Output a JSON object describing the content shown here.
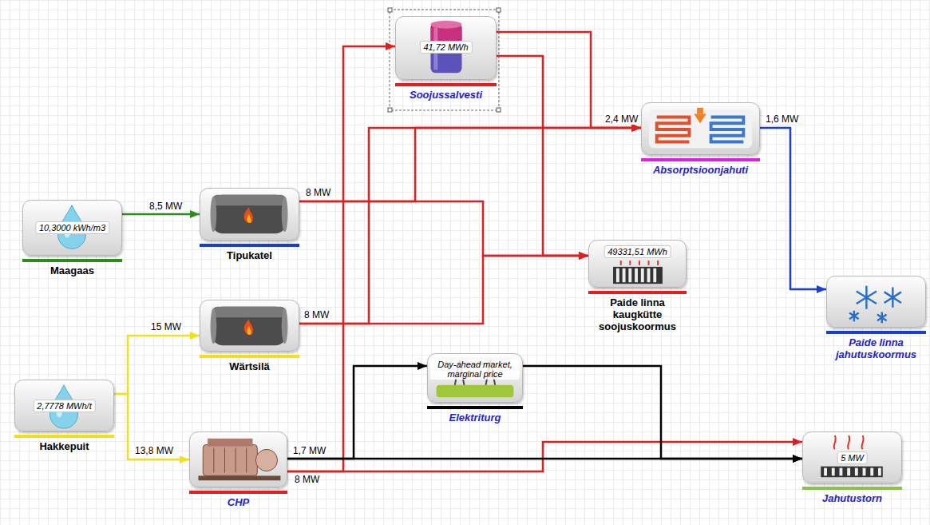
{
  "diagram": {
    "nodes": [
      {
        "text": [
          "41,72 MWh",
          "Soojussalvesti"
        ]
      },
      {
        "text": [
          "Absorptsioonjahuti"
        ]
      },
      {
        "text": [
          "10,3000 kWh/m3",
          "Maagaas"
        ]
      },
      {
        "text": [
          "Tipukatel"
        ]
      },
      {
        "text": [
          "49331,51 MWh",
          "Paide linna kaugkütte soojuskoormus"
        ]
      },
      {
        "text": [
          "Paide linna jahutuskoormus"
        ]
      },
      {
        "text": [
          "Wärtsilä"
        ]
      },
      {
        "text": [
          "Day-ahead market, marginal price",
          "Elektriturg"
        ]
      },
      {
        "text": [
          "2,7778 MWh/t",
          "Hakkepuit"
        ]
      },
      {
        "text": [
          "CHP"
        ]
      },
      {
        "text": [
          "5 MW",
          "Jahutustorn"
        ]
      }
    ],
    "edges": [
      {
        "from": 2,
        "to": 3,
        "arrow": "to",
        "label": "8,5 MW"
      },
      {
        "from": 8,
        "to": 6,
        "arrow": "to",
        "label": "15 MW"
      },
      {
        "from": 8,
        "to": 9,
        "arrow": "to",
        "label": "13,8 MW"
      },
      {
        "from": 3,
        "to": 4,
        "arrow": "to",
        "label": "8 MW"
      },
      {
        "from": 3,
        "to": 1,
        "arrow": "to",
        "label": "2,4 MW"
      },
      {
        "from": 6,
        "to": 4,
        "arrow": "to",
        "label": "8 MW"
      },
      {
        "from": 6,
        "to": 1,
        "arrow": "to"
      },
      {
        "from": 9,
        "to": 0,
        "arrow": "to",
        "label": "8 MW"
      },
      {
        "from": 9,
        "to": 10,
        "arrow": "to"
      },
      {
        "from": 9,
        "to": 7,
        "arrow": "to",
        "label": "1,7 MW"
      },
      {
        "from": 9,
        "to": 10,
        "arrow": "to"
      },
      {
        "from": 7,
        "to": 10,
        "arrow": "to"
      },
      {
        "from": 0,
        "to": 4,
        "arrow": "to"
      },
      {
        "from": 0,
        "to": 1,
        "arrow": "to"
      },
      {
        "from": 1,
        "to": 5,
        "arrow": "to",
        "label": "1,6 MW"
      }
    ]
  }
}
